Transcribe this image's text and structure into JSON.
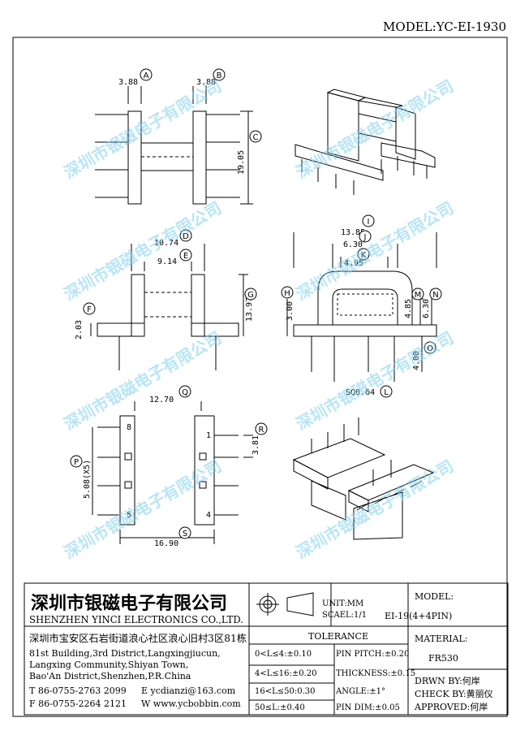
{
  "model_header": "MODEL:YC-EI-1930",
  "watermark": "深圳市银磁电子有限公司",
  "dims": {
    "a": "3.88",
    "b": "3.88",
    "c": "19.05",
    "d": "10.74",
    "e": "9.14",
    "f": "2.03",
    "g": "13.97",
    "i": "13.85",
    "j": "6.30",
    "k": "4.95",
    "h": "3.00",
    "m": "4.85",
    "n": "6.30",
    "o": "4.00",
    "l": "SQ0.64",
    "q": "12.70",
    "r": "3.81",
    "p": "5.08(X5)",
    "s": "16.90"
  },
  "balloons": [
    "A",
    "B",
    "C",
    "D",
    "E",
    "F",
    "G",
    "H",
    "I",
    "J",
    "K",
    "L",
    "M",
    "N",
    "O",
    "P",
    "Q",
    "R",
    "S"
  ],
  "pin_labels": [
    "8",
    "5",
    "1",
    "4"
  ],
  "company": {
    "name_cn": "深圳市银磁电子有限公司",
    "name_en": "SHENZHEN YINCI ELECTRONICS CO.,LTD.",
    "addr_cn": "深圳市宝安区石岩街道浪心社区浪心旧村3区81栋",
    "addr_en": [
      "81st Building,3rd District,Langxingjiucun,",
      "Langxing Community,Shiyan Town,",
      "Bao'An District,Shenzhen,P.R.China"
    ],
    "tel": "T 86-0755-2763 2099",
    "fax": "F 86-0755-2264 2121",
    "email": "E ycdianzi@163.com",
    "web": "W www.ycbobbin.com"
  },
  "units": {
    "unit": "UNIT:MM",
    "scale": "SCAEL:1/1"
  },
  "model_block": {
    "label": "MODEL:",
    "value": "EI-19(4+4PIN)"
  },
  "material_block": {
    "label": "MATERIAL:",
    "value": "FR530"
  },
  "tolerance": {
    "title": "TOLERANCE",
    "left": [
      "0<L≤4:±0.10",
      "4<L≤16:±0.20",
      "16<L≤50:0.30",
      "50≤L:±0.40"
    ],
    "right": [
      "PIN PITCH:±0.20",
      "THICKNESS:±0.15",
      "ANGLE:±1°",
      "PIN DIM:±0.05"
    ]
  },
  "signoff": [
    "DRWN BY:何岸",
    "CHECK BY:黄丽仪",
    "APPROVED:何岸"
  ]
}
